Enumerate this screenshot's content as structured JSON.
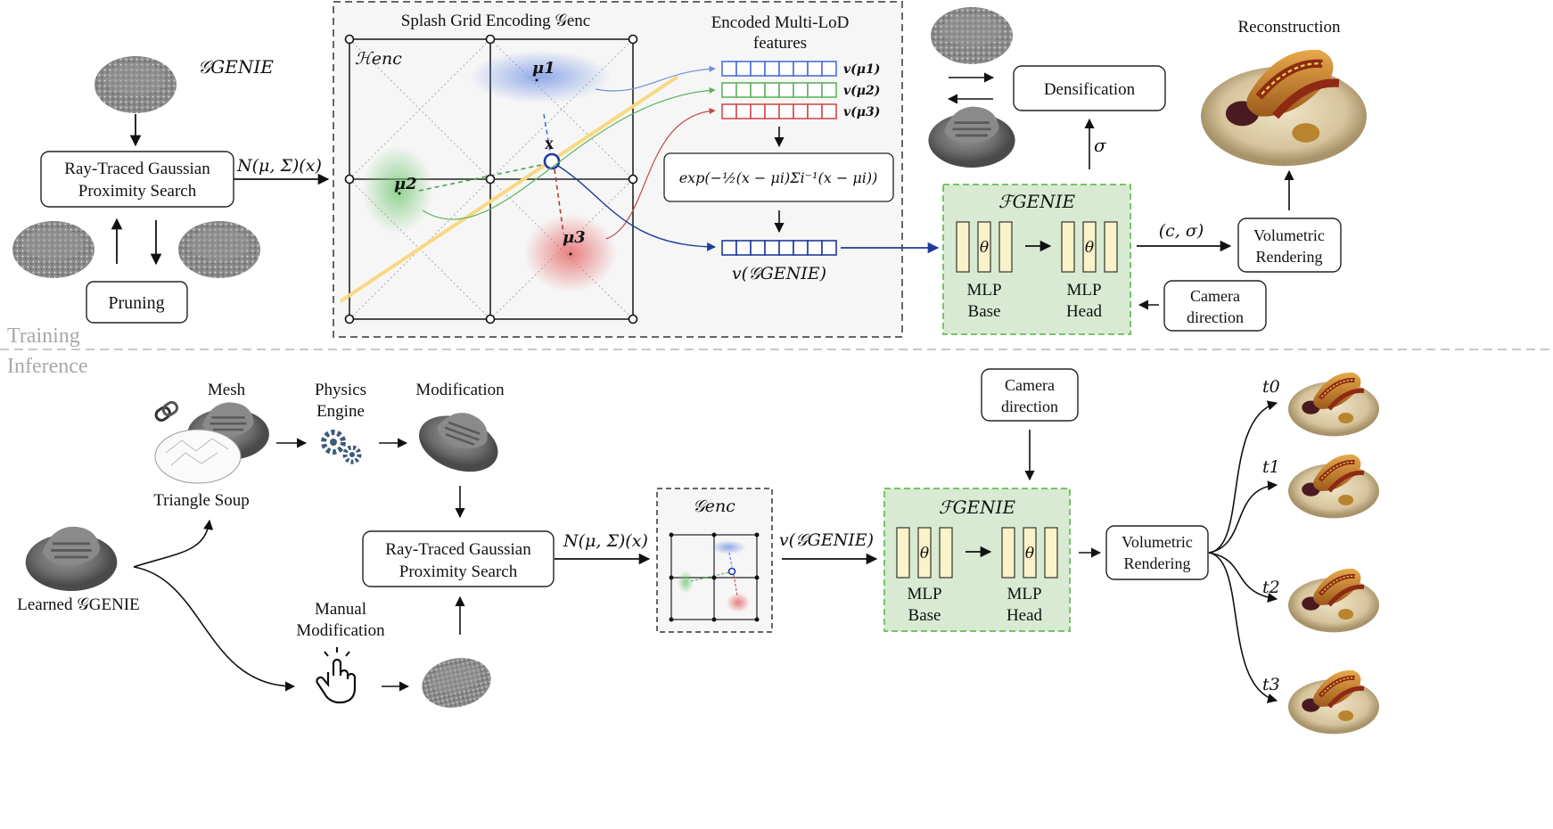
{
  "phases": {
    "training": "Training",
    "inference": "Inference"
  },
  "colors": {
    "blue": "#4b6fd6",
    "green": "#5fb35f",
    "red": "#d24b4b",
    "mlp_fill": "#d8ebd2",
    "mlp_border": "#79c26a",
    "layer_fill": "#fbf2c9",
    "grid_fill": "#f4f4f4",
    "ray": "#f8d980",
    "navy": "#1f3a9a"
  },
  "training": {
    "gaussians_label": "𝒢GENIE",
    "search": {
      "line1": "Ray-Traced Gaussian",
      "line2": "Proximity Search"
    },
    "pruning": "Pruning",
    "normal_label": "N(μ, Σ)(x)",
    "grid": {
      "title": "Splash Grid Encoding 𝒢enc",
      "h_label": "ℋenc",
      "mu1": "μ1",
      "mu2": "μ2",
      "mu3": "μ3",
      "x_label": "x"
    },
    "features": {
      "title1": "Encoded Multi-LoD",
      "title2": "features",
      "v1": "v(μ1)",
      "v2": "v(μ2)",
      "v3": "v(μ3)",
      "formula": "exp(−½(x − μi)Σi⁻¹(x − μi))",
      "v_out": "v(𝒢GENIE)"
    },
    "densification": "Densification",
    "sigma": "σ",
    "mlp": {
      "title": "ℱGENIE",
      "theta": "θ",
      "base1": "MLP",
      "base2": "Base",
      "head1": "MLP",
      "head2": "Head"
    },
    "c_sigma": "(c, σ)",
    "camera": {
      "line1": "Camera",
      "line2": "direction"
    },
    "volumetric": {
      "line1": "Volumetric",
      "line2": "Rendering"
    },
    "reconstruction": "Reconstruction"
  },
  "inference": {
    "mesh": "Mesh",
    "triangle_soup": "Triangle  Soup",
    "physics": {
      "line1": "Physics",
      "line2": "Engine"
    },
    "modification": "Modification",
    "learned": "Learned 𝒢GENIE",
    "manual": {
      "line1": "Manual",
      "line2": "Modification"
    },
    "search": {
      "line1": "Ray-Traced Gaussian",
      "line2": "Proximity Search"
    },
    "normal_label": "N(μ, Σ)(x)",
    "grid_title": "𝒢enc",
    "v_label": "v(𝒢GENIE)",
    "camera": {
      "line1": "Camera",
      "line2": "direction"
    },
    "mlp": {
      "title": "ℱGENIE",
      "theta": "θ",
      "base1": "MLP",
      "base2": "Base",
      "head1": "MLP",
      "head2": "Head"
    },
    "volumetric": {
      "line1": "Volumetric",
      "line2": "Rendering"
    },
    "times": [
      "t0",
      "t1",
      "t2",
      "t3"
    ]
  }
}
